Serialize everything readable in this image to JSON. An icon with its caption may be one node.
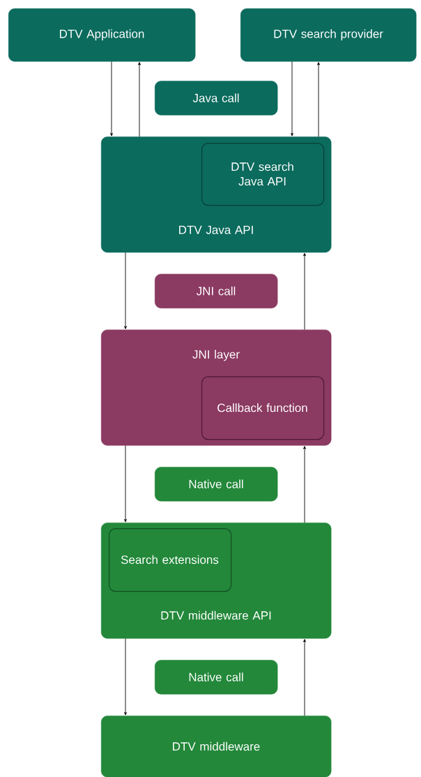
{
  "diagram": {
    "nodes": [
      {
        "text": [
          "DTV Application"
        ]
      },
      {
        "text": [
          "DTV search provider"
        ]
      },
      {
        "text": [
          "Java call"
        ]
      },
      {
        "text": [
          "DTV Java API"
        ]
      },
      {
        "text": [
          "DTV search Java API"
        ],
        "in": 3
      },
      {
        "text": [
          "JNI call"
        ]
      },
      {
        "text": [
          "JNI layer"
        ]
      },
      {
        "text": [
          "Callback function"
        ],
        "in": 6
      },
      {
        "text": [
          "Native call"
        ]
      },
      {
        "text": [
          "DTV middleware API"
        ]
      },
      {
        "text": [
          "Search extensions"
        ],
        "in": 9
      },
      {
        "text": [
          "Native call"
        ]
      },
      {
        "text": [
          "DTV middleware"
        ]
      }
    ],
    "edges": [
      {
        "from": 0,
        "to": 3,
        "arrow": "to"
      },
      {
        "from": 3,
        "to": 0,
        "arrow": "to"
      },
      {
        "from": 1,
        "to": 3,
        "arrow": "to"
      },
      {
        "from": 3,
        "to": 1,
        "arrow": "to"
      },
      {
        "from": 3,
        "to": 6,
        "arrow": "to"
      },
      {
        "from": 6,
        "to": 3,
        "arrow": "to"
      },
      {
        "from": 6,
        "to": 9,
        "arrow": "to"
      },
      {
        "from": 9,
        "to": 6,
        "arrow": "to"
      },
      {
        "from": 9,
        "to": 12,
        "arrow": "to"
      },
      {
        "from": 12,
        "to": 9,
        "arrow": "to"
      }
    ]
  }
}
